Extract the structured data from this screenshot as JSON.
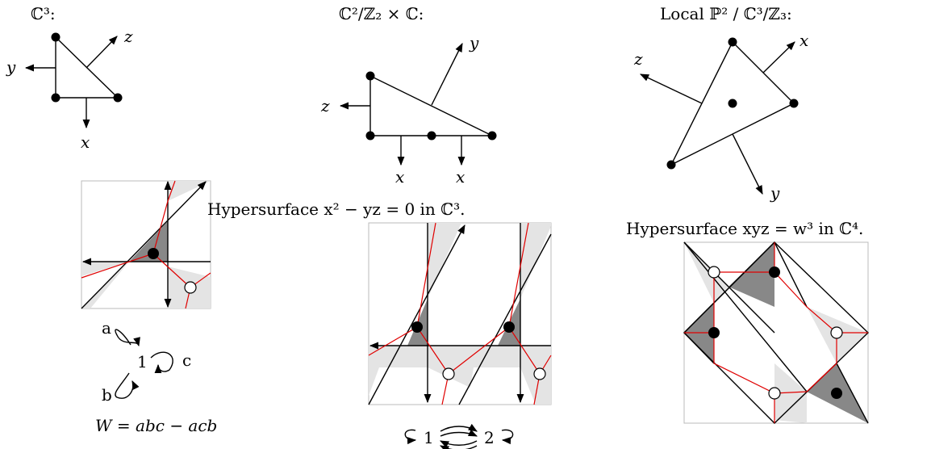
{
  "panels": {
    "c3": {
      "title": "ℂ³:",
      "x": "x",
      "y": "y",
      "z": "z",
      "quiver": {
        "node": "1",
        "a": "a",
        "b": "b",
        "c": "c"
      },
      "superpotential": "W = abc − acb"
    },
    "c2z2": {
      "title": "ℂ²/ℤ₂ × ℂ:",
      "x1": "x",
      "x2": "x",
      "y": "y",
      "z": "z",
      "hypersurface": "Hypersurface x² − yz = 0 in ℂ³.",
      "quiver": {
        "node1": "1",
        "node2": "2"
      }
    },
    "p2": {
      "title": "Local ℙ² / ℂ³/ℤ₃:",
      "x": "x",
      "y": "y",
      "z": "z",
      "hypersurface": "Hypersurface xyz = w³ in ℂ⁴."
    }
  },
  "colors": {
    "light_shade": "#e4e4e4",
    "dark_shade": "#888888",
    "red_lines": "#e00000",
    "box": "#bbbbbb"
  }
}
